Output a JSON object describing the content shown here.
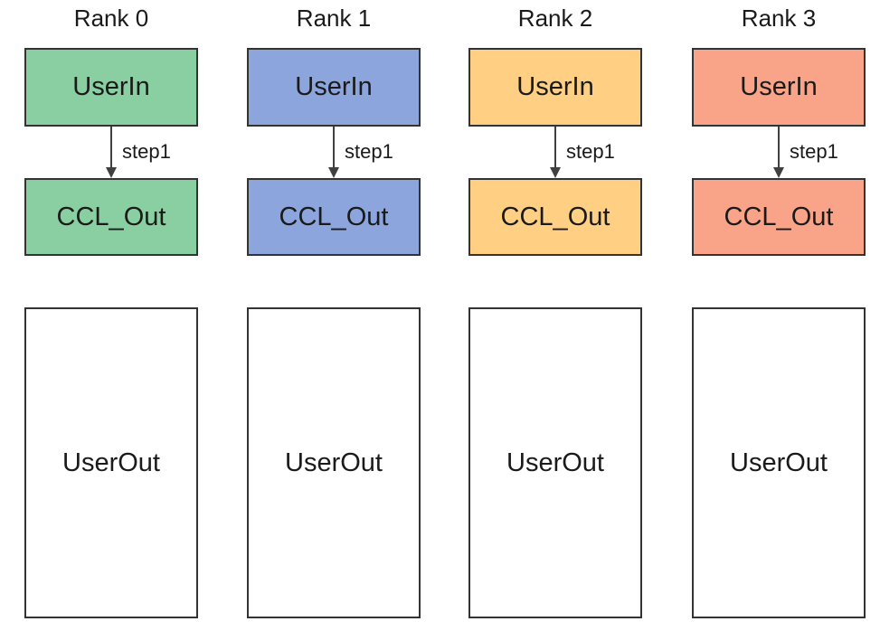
{
  "diagram": {
    "background": "#FFFFFF",
    "border_color": "#333333",
    "arrow_color": "#404040",
    "text_color": "#1A1A1A",
    "columns": [
      {
        "title": "Rank 0",
        "color": "#89CFA1",
        "user_in_label": "UserIn",
        "step_label": "step1",
        "ccl_out_label": "CCL_Out",
        "user_out_label": "UserOut"
      },
      {
        "title": "Rank 1",
        "color": "#8CA5DD",
        "user_in_label": "UserIn",
        "step_label": "step1",
        "ccl_out_label": "CCL_Out",
        "user_out_label": "UserOut"
      },
      {
        "title": "Rank 2",
        "color": "#FFCF83",
        "user_in_label": "UserIn",
        "step_label": "step1",
        "ccl_out_label": "CCL_Out",
        "user_out_label": "UserOut"
      },
      {
        "title": "Rank 3",
        "color": "#F9A388",
        "user_in_label": "UserIn",
        "step_label": "step1",
        "ccl_out_label": "CCL_Out",
        "user_out_label": "UserOut"
      }
    ]
  }
}
